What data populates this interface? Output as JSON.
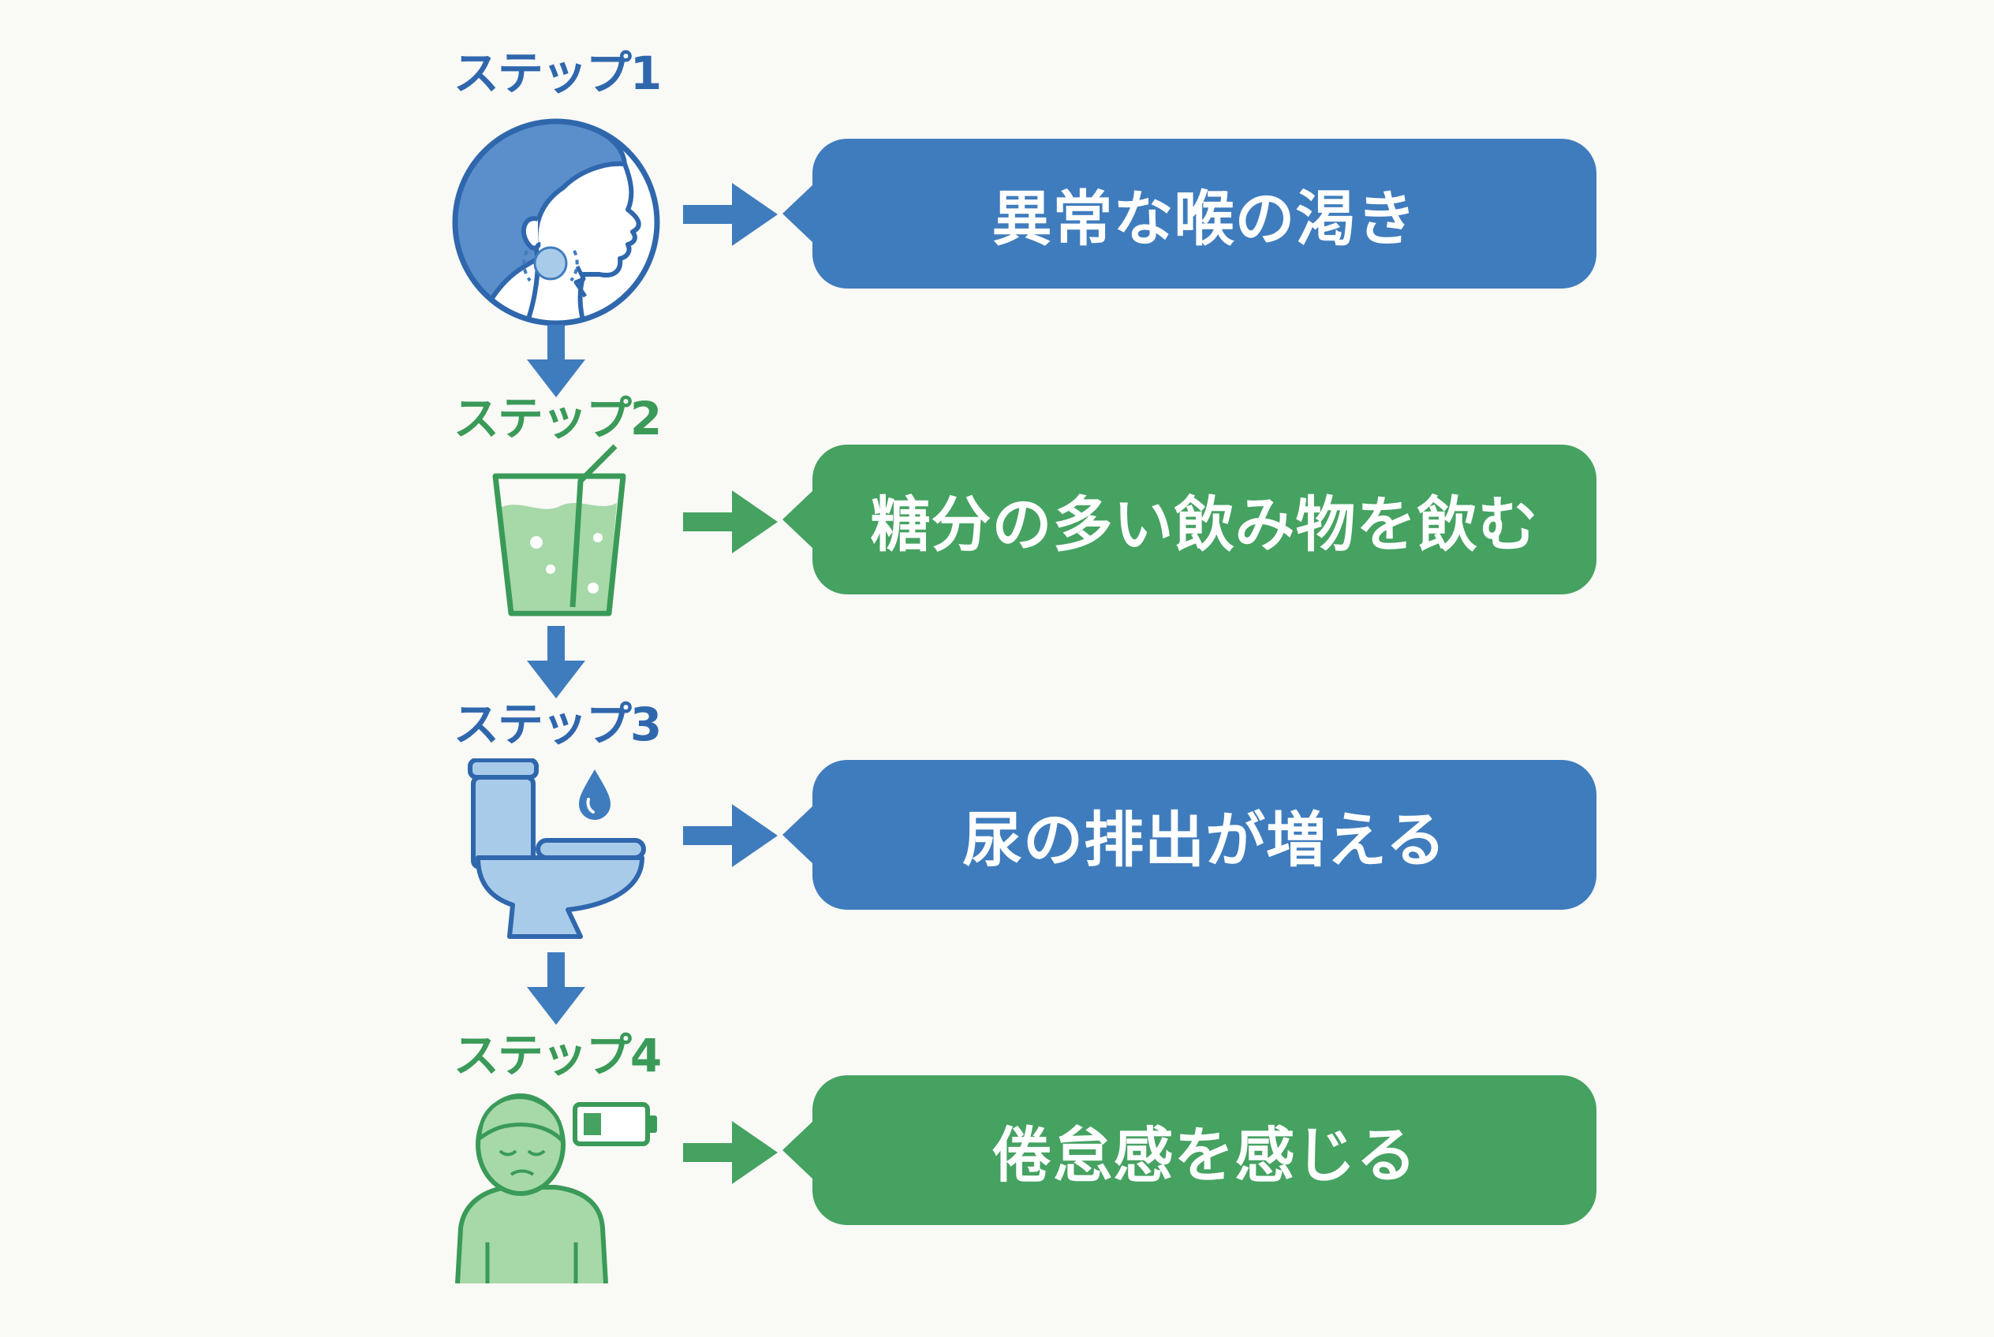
{
  "colors": {
    "blue": "#3f7cbd",
    "green": "#45a261",
    "blue_text": "#2f67ad",
    "green_text": "#3a9a58",
    "blue_light": "#a9cbea",
    "green_light": "#a6d8a8",
    "background": "#f9f9f6"
  },
  "steps": [
    {
      "label": "ステップ1",
      "text": "異常な喉の渇き",
      "color": "blue",
      "icon": "throat-icon"
    },
    {
      "label": "ステップ2",
      "text": "糖分の多い飲み物を飲む",
      "color": "green",
      "icon": "drink-glass-icon"
    },
    {
      "label": "ステップ3",
      "text": "尿の排出が増える",
      "color": "blue",
      "icon": "toilet-icon"
    },
    {
      "label": "ステップ4",
      "text": "倦怠感を感じる",
      "color": "green",
      "icon": "tired-person-icon"
    }
  ]
}
